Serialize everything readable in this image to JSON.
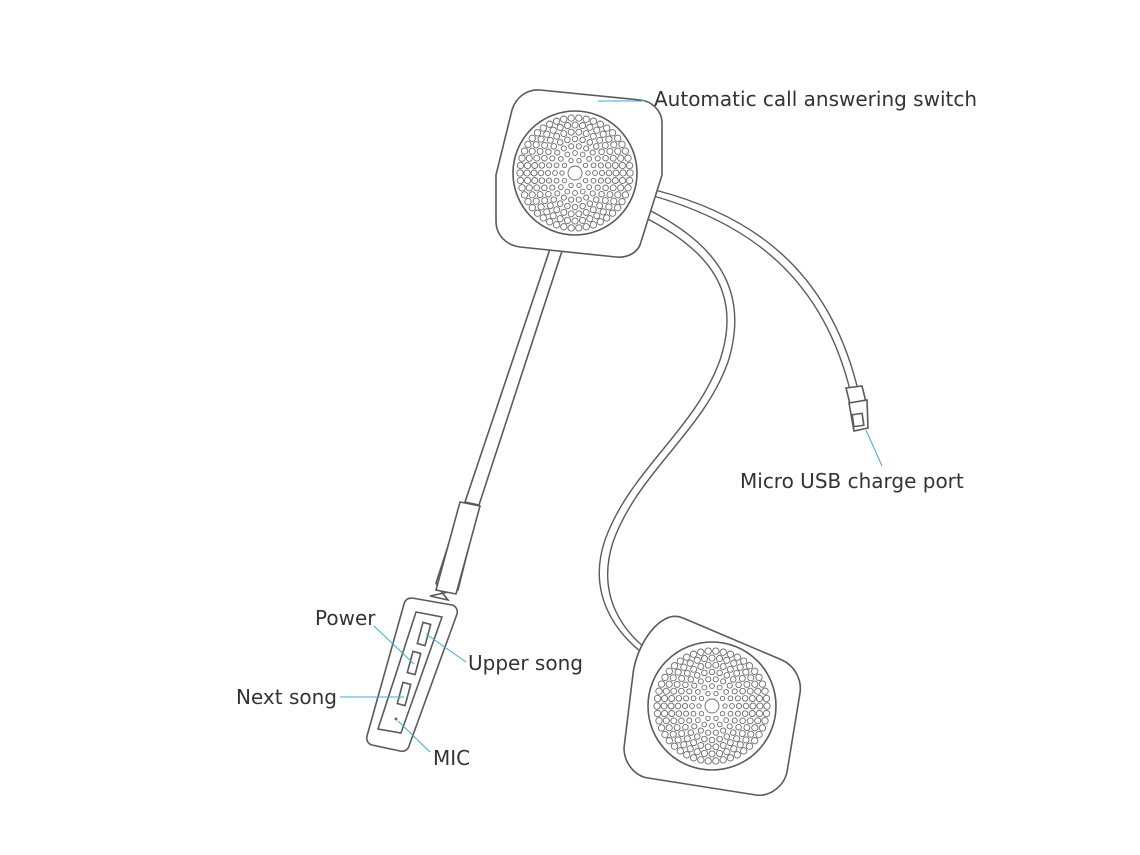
{
  "labels": {
    "auto_answer_switch": "Automatic call answering switch",
    "usb_port": "Micro USB charge port",
    "power": "Power",
    "upper_song": "Upper song",
    "next_song": "Next song",
    "mic": "MIC"
  },
  "colors": {
    "outline": "#5a5a5a",
    "leader_line": "#3aaed0",
    "label_text": "#333333",
    "background": "#ffffff"
  }
}
